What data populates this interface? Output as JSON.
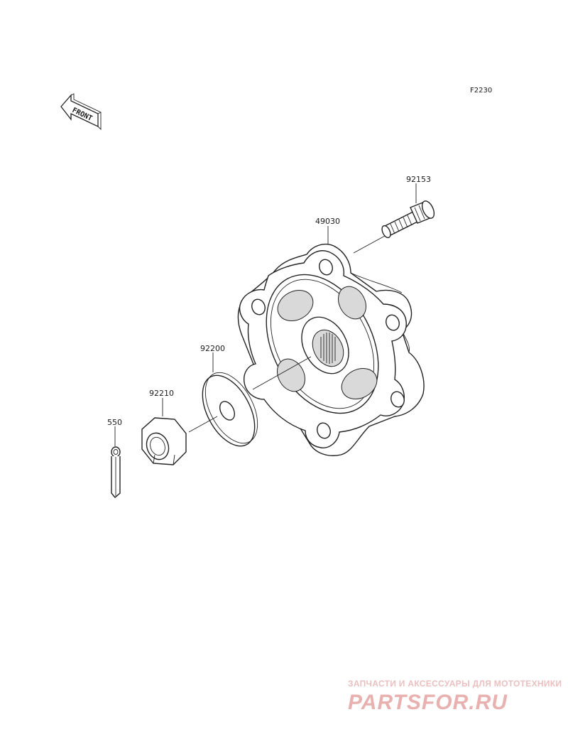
{
  "diagram_ref": "F2230",
  "front_label": "FRONT",
  "parts": [
    {
      "id": "hub",
      "label": "49030"
    },
    {
      "id": "stud",
      "label": "92153"
    },
    {
      "id": "washer",
      "label": "92200"
    },
    {
      "id": "nut",
      "label": "92210"
    },
    {
      "id": "cotter-pin",
      "label": "550"
    }
  ],
  "watermark": {
    "subtitle": "ЗАПЧАСТИ И АКСЕССУАРЫ ДЛЯ МОТОТЕХНИКИ",
    "brand": "PARTSFOR.RU"
  },
  "colors": {
    "line": "#222222",
    "shade": "#d9d9d9",
    "watermark": "#e6a3a3"
  }
}
